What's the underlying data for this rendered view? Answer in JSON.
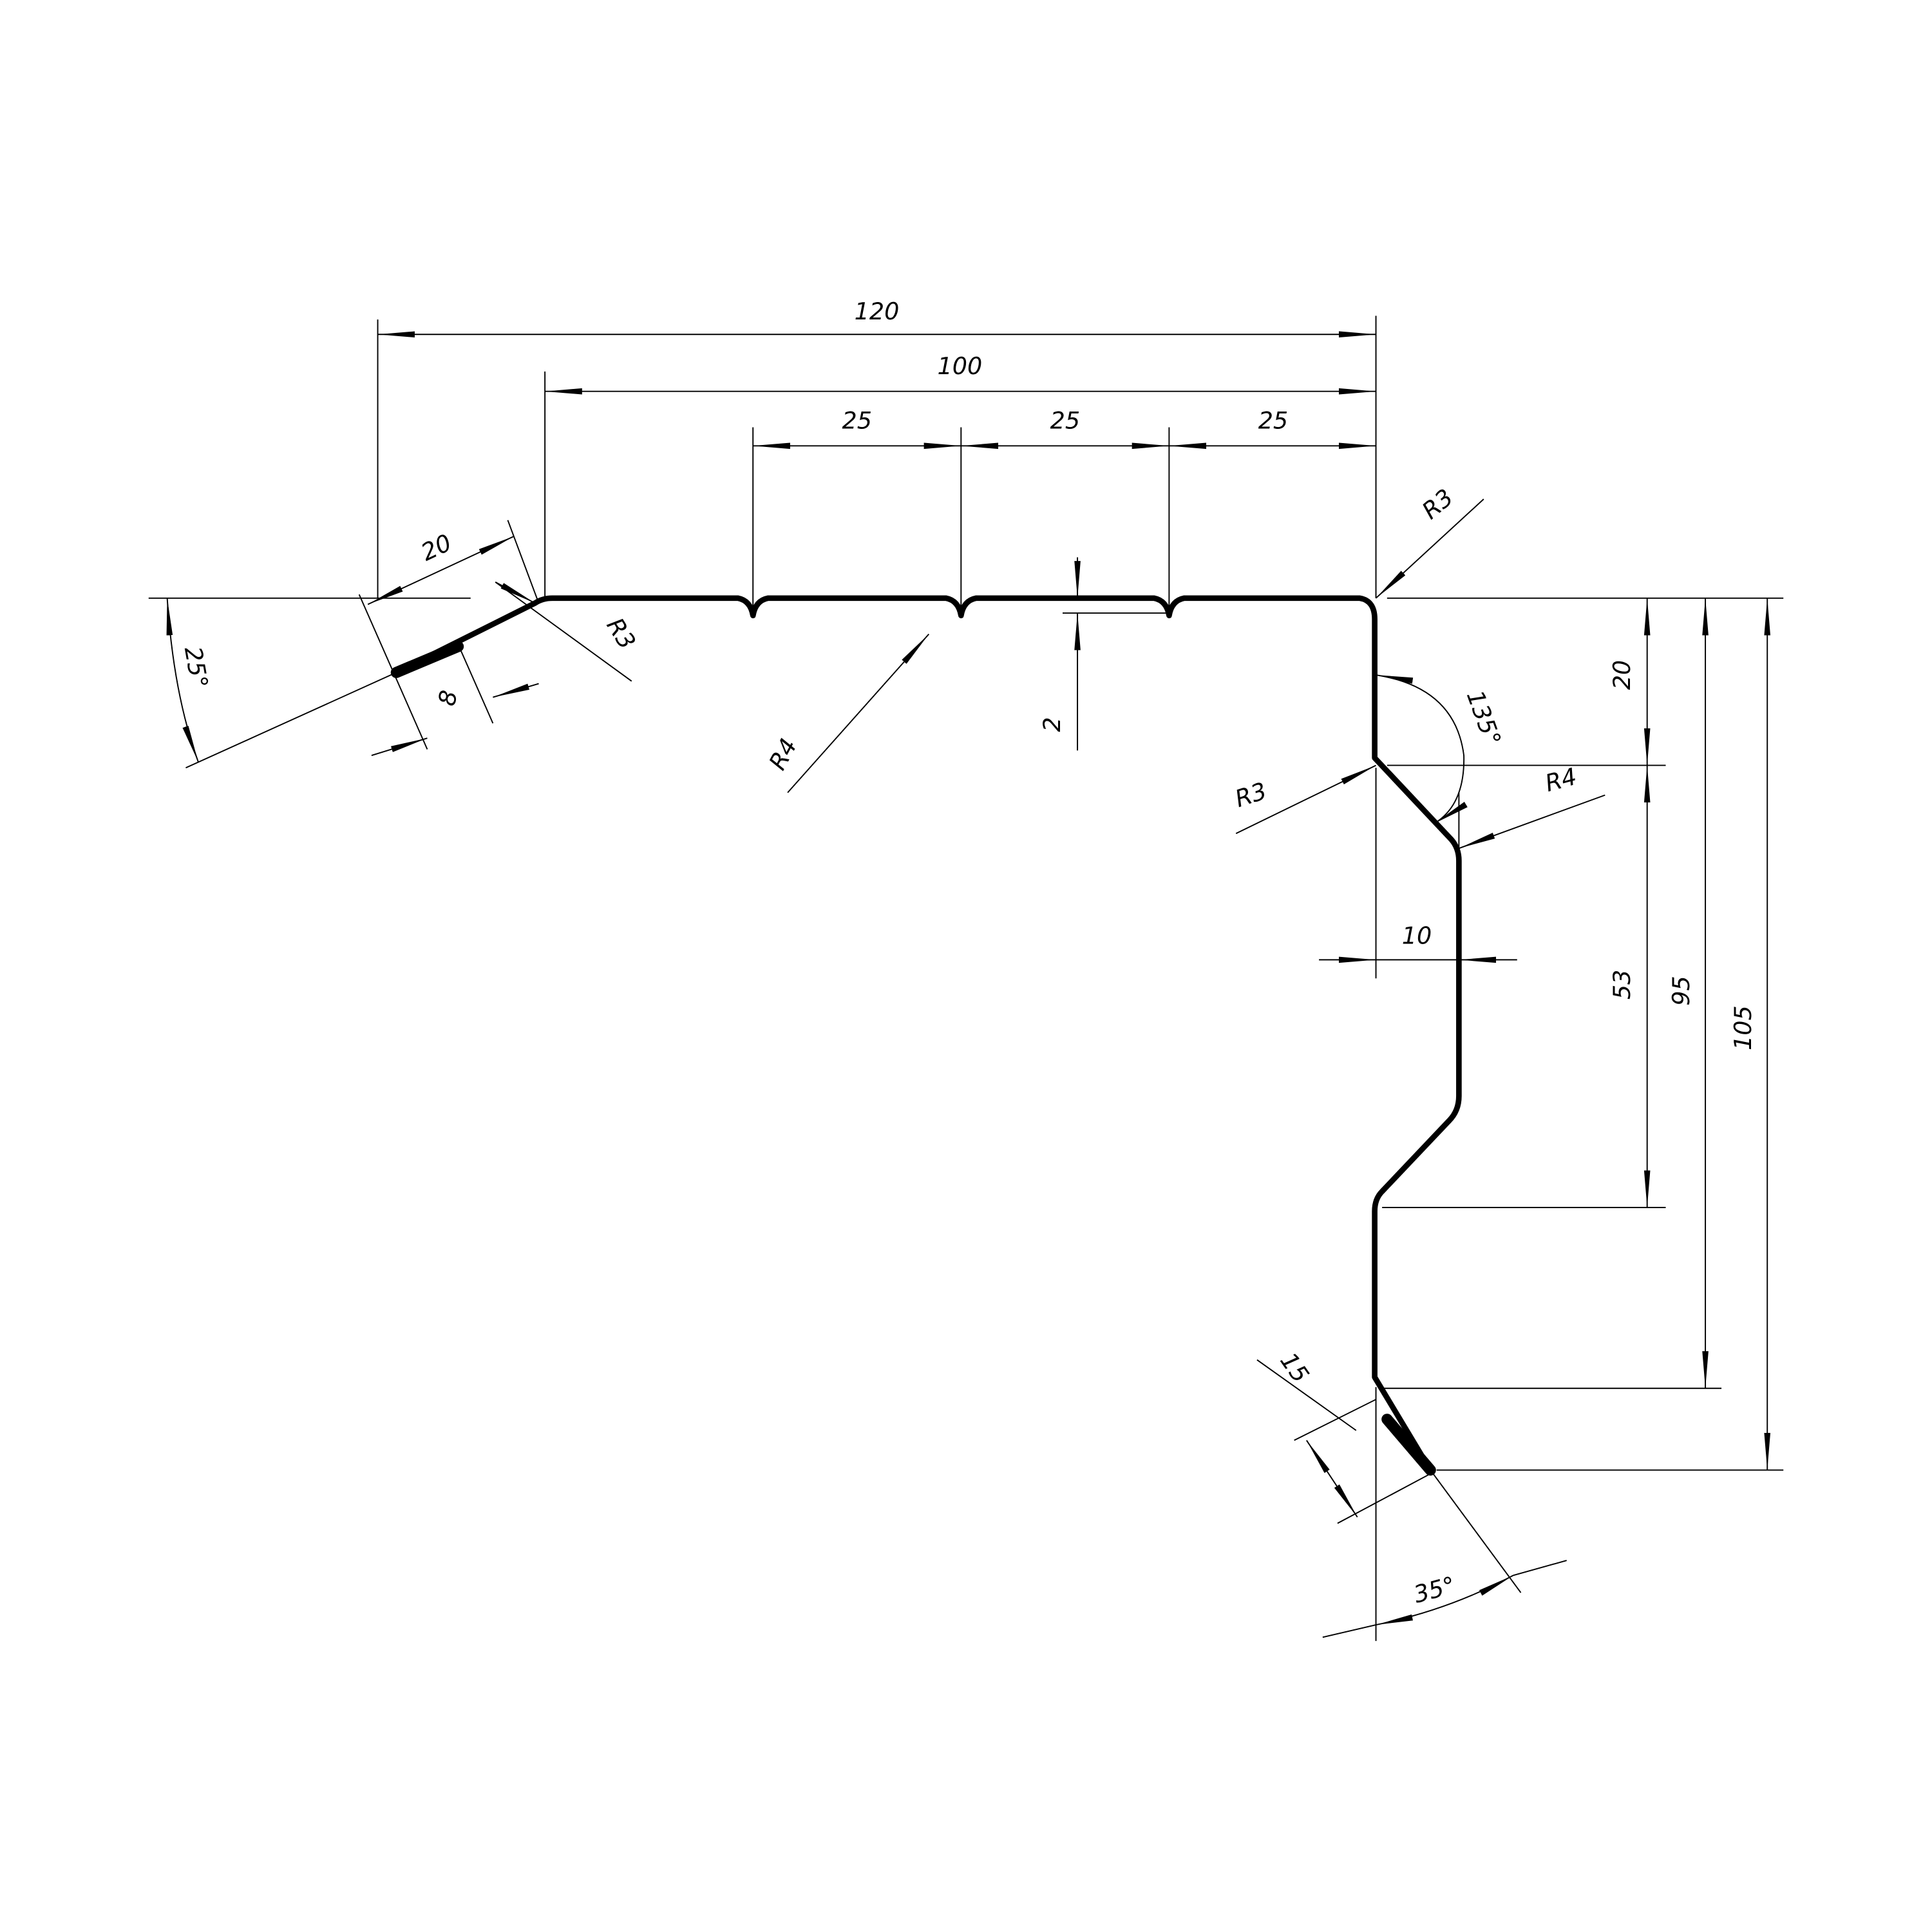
{
  "drawing": {
    "title": "Sheet metal corner profile",
    "dimensions": {
      "overall_width": "120",
      "flat_width": "100",
      "groove_pitch_1": "25",
      "groove_pitch_2": "25",
      "groove_pitch_3": "25",
      "flange_length": "20",
      "hem_length": "8",
      "flange_angle": "25°",
      "bend_radius_left": "R3",
      "groove_radius": "R4",
      "groove_depth": "2",
      "bend_radius_corner": "R3",
      "upper_drop": "20",
      "bend_angle": "135°",
      "bend_radius_mid": "R3",
      "bend_radius_offset": "R4",
      "offset": "10",
      "mid_height": "53",
      "total_height_95": "95",
      "total_height_105": "105",
      "bottom_hem": "15",
      "bottom_angle": "35°"
    },
    "colors": {
      "line": "#000000",
      "background": "#ffffff"
    }
  }
}
